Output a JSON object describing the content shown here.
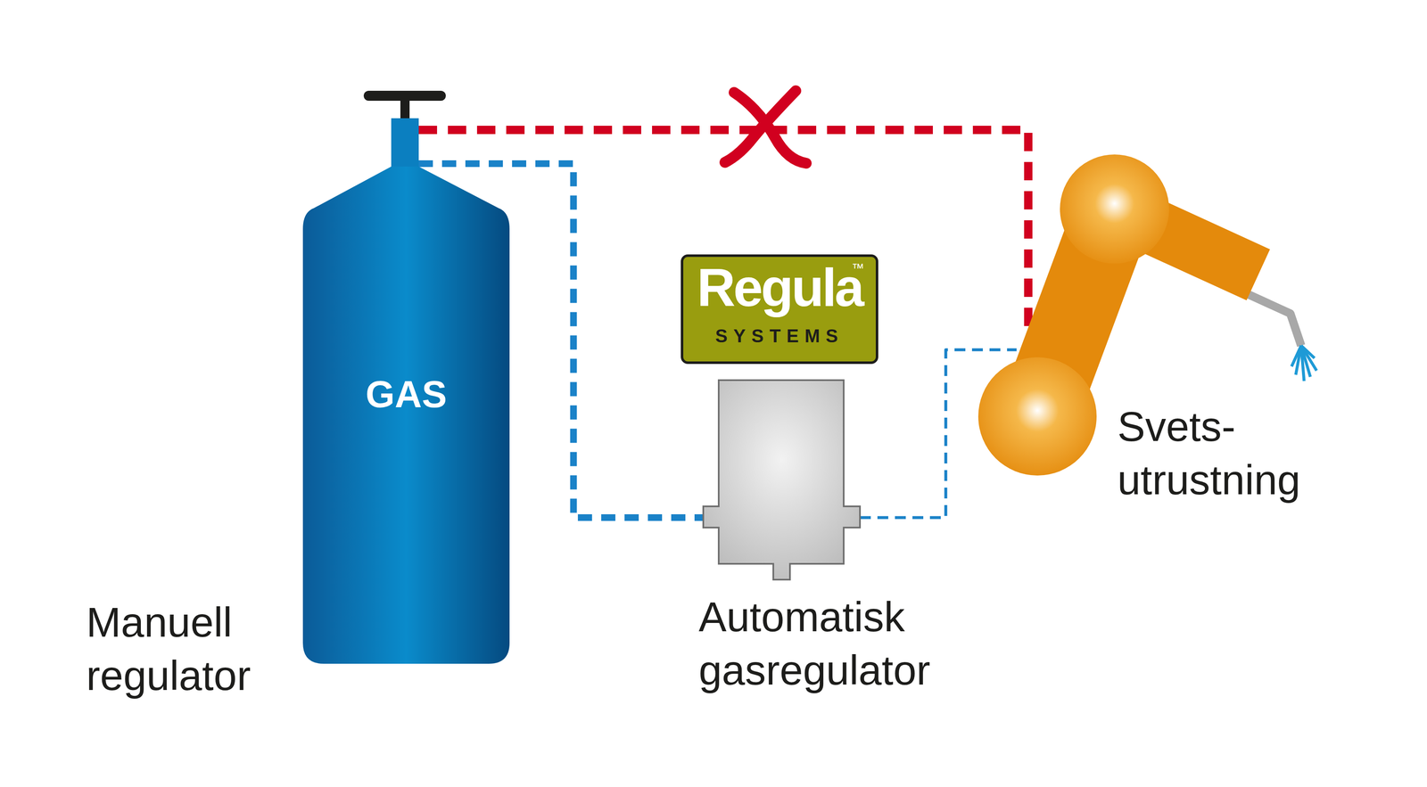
{
  "diagram": {
    "nodes": [
      {
        "text": [
          "GAS",
          "Manuell regulator"
        ]
      },
      {
        "text": [
          "Regula",
          "™",
          "SYSTEMS"
        ]
      },
      {
        "text": [
          "Automatisk gasregulator"
        ]
      },
      {
        "text": [
          "Svets- utrustning"
        ]
      }
    ],
    "edges": [
      {
        "from": 0,
        "to": 2,
        "arrow": "none"
      },
      {
        "from": 2,
        "to": 3,
        "arrow": "none"
      },
      {
        "from": 0,
        "to": 3,
        "arrow": "none"
      }
    ]
  }
}
